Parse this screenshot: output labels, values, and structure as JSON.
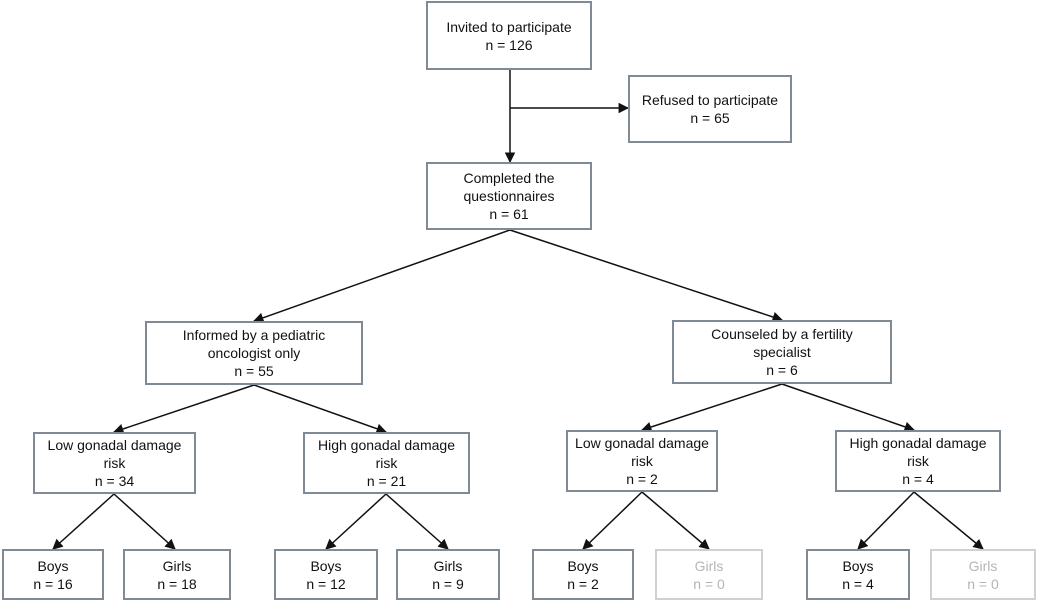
{
  "nodes": {
    "invited": {
      "lines": [
        "Invited to participate",
        "n = 126"
      ]
    },
    "refused": {
      "lines": [
        "Refused to participate",
        "n = 65"
      ]
    },
    "completed": {
      "lines": [
        "Completed the",
        "questionnaires",
        "n = 61"
      ]
    },
    "informed": {
      "lines": [
        "Informed by a pediatric",
        "oncologist only",
        "n = 55"
      ]
    },
    "counseled": {
      "lines": [
        "Counseled by a fertility",
        "specialist",
        "n = 6"
      ]
    },
    "inf_low": {
      "lines": [
        "Low gonadal damage",
        "risk",
        "n = 34"
      ]
    },
    "inf_high": {
      "lines": [
        "High gonadal damage",
        "risk",
        "n = 21"
      ]
    },
    "cou_low": {
      "lines": [
        "Low gonadal damage",
        "risk",
        "n = 2"
      ]
    },
    "cou_high": {
      "lines": [
        "High gonadal damage",
        "risk",
        "n = 4"
      ]
    },
    "inf_low_boys": {
      "lines": [
        "Boys",
        "n = 16"
      ]
    },
    "inf_low_girls": {
      "lines": [
        "Girls",
        "n = 18"
      ]
    },
    "inf_high_boys": {
      "lines": [
        "Boys",
        "n = 12"
      ]
    },
    "inf_high_girls": {
      "lines": [
        "Girls",
        "n = 9"
      ]
    },
    "cou_low_boys": {
      "lines": [
        "Boys",
        "n = 2"
      ]
    },
    "cou_low_girls": {
      "lines": [
        "Girls",
        "n = 0"
      ]
    },
    "cou_high_boys": {
      "lines": [
        "Boys",
        "n = 4"
      ]
    },
    "cou_high_girls": {
      "lines": [
        "Girls",
        "n = 0"
      ]
    }
  },
  "colors": {
    "border": "#7f8a94",
    "muted": "#c8c8c8",
    "line": "#111111"
  }
}
